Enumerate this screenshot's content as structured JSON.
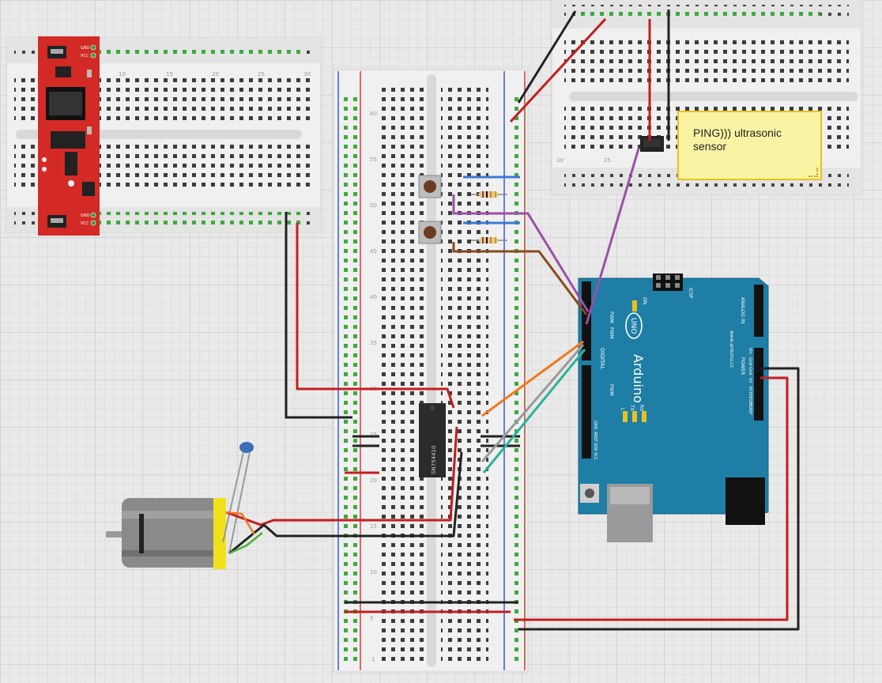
{
  "note": {
    "text": "PING))) ultrasonic sensor"
  },
  "arduino": {
    "brand": "Arduino",
    "model": "UNO",
    "site": "www.arduino.cc",
    "digital_label": "DIGITAL",
    "pwm_label": "PWM",
    "analog_label": "ANALOG IN",
    "power_label": "POWER",
    "icsp_label": "ICSP",
    "on_label": "ON",
    "l_label": "L",
    "tx_label": "TX",
    "rx_label": "RX",
    "header_pins": [
      "IOREF",
      "RESET",
      "3V3",
      "5V",
      "Gnd",
      "Gnd",
      "Vin"
    ],
    "digital_pins": [
      "GND",
      "AREF",
      "SDA",
      "SCL"
    ]
  },
  "breadboard_numbers": {
    "left": [
      "10",
      "15",
      "20",
      "25",
      "30"
    ],
    "main": [
      "60",
      "55",
      "50",
      "45",
      "40",
      "35",
      "30",
      "25",
      "20",
      "15",
      "10",
      "5",
      "1"
    ],
    "top_right": [
      "30",
      "25"
    ]
  },
  "power_module": {
    "gnd": "GND",
    "vcc": "VCC"
  },
  "ic_label": "SN754410",
  "colors": {
    "arduino": "#1e7ea5",
    "power_module": "#d42a25",
    "note_bg": "#fbf3a4",
    "wire_red": "#c51e1e",
    "wire_black": "#222222",
    "wire_purple": "#9b4fa6",
    "wire_brown": "#8a4a1c",
    "wire_orange": "#f2781e",
    "wire_gray": "#9a9a9a",
    "wire_teal": "#2bb39a",
    "wire_blue": "#3b78d6"
  }
}
